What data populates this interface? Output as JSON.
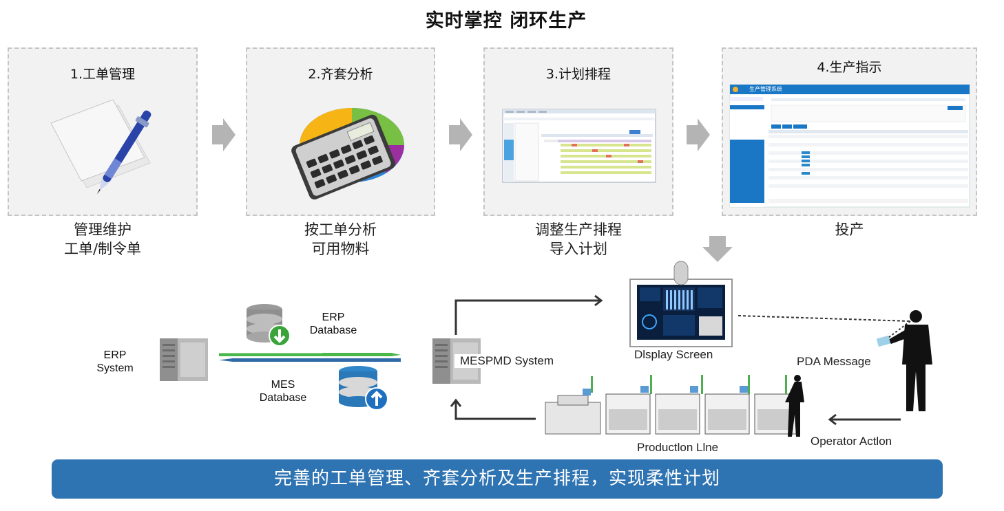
{
  "title": "实时掌控  闭环生产",
  "steps": [
    {
      "title": "1.工单管理",
      "caption_line1": "管理维护",
      "caption_line2": "工单/制令单",
      "icon": "document-pen-icon"
    },
    {
      "title": "2.齐套分析",
      "caption_line1": "按工单分析",
      "caption_line2": "可用物料",
      "icon": "calculator-pie-chart-icon"
    },
    {
      "title": "3.计划排程",
      "caption_line1": "调整生产排程",
      "caption_line2": "导入计划",
      "icon": "schedule-screenshot"
    },
    {
      "title": "4.生产指示",
      "caption_line1": "投产",
      "caption_line2": "",
      "icon": "mes-app-screenshot"
    }
  ],
  "mes_app": {
    "title": "生产管理系统"
  },
  "flow": {
    "erp_system": "ERP\nSystem",
    "erp_database": "ERP\nDatabase",
    "mes_database": "MES\nDatabase",
    "mespmd_system": "MESPMD System",
    "display_screen": "Dlsplay Screen",
    "pda_message": "PDA Message",
    "production_line": "Productlon Llne",
    "operator_action": "Operator Actlon"
  },
  "colors": {
    "banner": "#2e73b2",
    "arrow_green": "#49b749",
    "arrow_blue": "#2f6aa6",
    "chevron": "#b4b4b4"
  },
  "banner": "完善的工单管理、齐套分析及生产排程，实现柔性计划"
}
